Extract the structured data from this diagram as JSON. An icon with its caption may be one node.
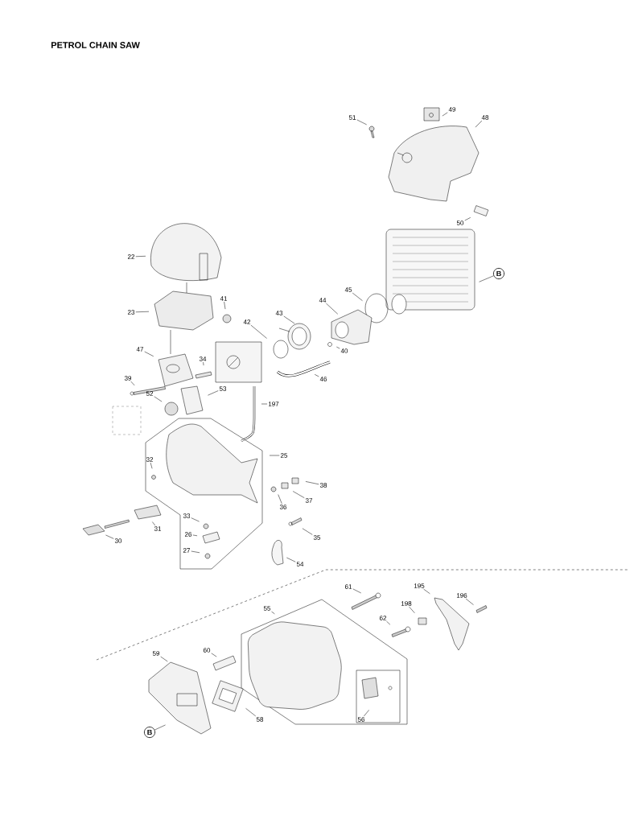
{
  "diagram": {
    "title": "PETROL CHAIN SAW",
    "nodes": [
      {
        "text": [
          "51"
        ]
      },
      {
        "text": [
          "49"
        ]
      },
      {
        "text": [
          "48"
        ]
      },
      {
        "text": [
          "50"
        ]
      },
      {
        "text": [
          "22"
        ]
      },
      {
        "text": [
          "45"
        ]
      },
      {
        "text": [
          "44"
        ]
      },
      {
        "text": [
          "43"
        ]
      },
      {
        "text": [
          "41"
        ]
      },
      {
        "text": [
          "42"
        ]
      },
      {
        "text": [
          "40"
        ]
      },
      {
        "text": [
          "23"
        ]
      },
      {
        "text": [
          "46"
        ]
      },
      {
        "text": [
          "47"
        ]
      },
      {
        "text": [
          "34"
        ]
      },
      {
        "text": [
          "39"
        ]
      },
      {
        "text": [
          "53"
        ]
      },
      {
        "text": [
          "52"
        ]
      },
      {
        "text": [
          "197"
        ]
      },
      {
        "text": [
          "25"
        ]
      },
      {
        "text": [
          "32"
        ]
      },
      {
        "text": [
          "37"
        ]
      },
      {
        "text": [
          "38"
        ]
      },
      {
        "text": [
          "36"
        ]
      },
      {
        "text": [
          "30"
        ]
      },
      {
        "text": [
          "31"
        ]
      },
      {
        "text": [
          "33"
        ]
      },
      {
        "text": [
          "26"
        ]
      },
      {
        "text": [
          "35"
        ]
      },
      {
        "text": [
          "27"
        ]
      },
      {
        "text": [
          "54"
        ]
      },
      {
        "text": [
          "61"
        ]
      },
      {
        "text": [
          "195"
        ]
      },
      {
        "text": [
          "196"
        ]
      },
      {
        "text": [
          "198"
        ]
      },
      {
        "text": [
          "55"
        ]
      },
      {
        "text": [
          "62"
        ]
      },
      {
        "text": [
          "60"
        ]
      },
      {
        "text": [
          "59"
        ]
      },
      {
        "text": [
          "58"
        ]
      },
      {
        "text": [
          "56"
        ]
      },
      {
        "text": [
          "B"
        ]
      },
      {
        "text": [
          "B"
        ]
      }
    ],
    "edges": [
      {
        "from": 0,
        "to": null,
        "arrow": "none"
      },
      {
        "from": 1,
        "to": null,
        "arrow": "none"
      },
      {
        "from": 2,
        "to": null,
        "arrow": "none"
      },
      {
        "from": 3,
        "to": null,
        "arrow": "none"
      },
      {
        "from": 4,
        "to": null,
        "arrow": "none"
      },
      {
        "from": 5,
        "to": null,
        "arrow": "none"
      },
      {
        "from": 6,
        "to": null,
        "arrow": "none"
      },
      {
        "from": 7,
        "to": null,
        "arrow": "none"
      },
      {
        "from": 8,
        "to": null,
        "arrow": "none"
      },
      {
        "from": 9,
        "to": null,
        "arrow": "none"
      },
      {
        "from": 10,
        "to": null,
        "arrow": "none"
      },
      {
        "from": 11,
        "to": null,
        "arrow": "none"
      },
      {
        "from": 12,
        "to": null,
        "arrow": "none"
      },
      {
        "from": 13,
        "to": null,
        "arrow": "none"
      },
      {
        "from": 14,
        "to": null,
        "arrow": "none"
      },
      {
        "from": 15,
        "to": null,
        "arrow": "none"
      },
      {
        "from": 16,
        "to": null,
        "arrow": "none"
      },
      {
        "from": 17,
        "to": null,
        "arrow": "none"
      },
      {
        "from": 18,
        "to": null,
        "arrow": "none"
      },
      {
        "from": 19,
        "to": null,
        "arrow": "none"
      },
      {
        "from": 20,
        "to": null,
        "arrow": "none"
      },
      {
        "from": 21,
        "to": null,
        "arrow": "none"
      },
      {
        "from": 22,
        "to": null,
        "arrow": "none"
      },
      {
        "from": 23,
        "to": null,
        "arrow": "none"
      },
      {
        "from": 24,
        "to": null,
        "arrow": "none"
      },
      {
        "from": 25,
        "to": null,
        "arrow": "none"
      },
      {
        "from": 26,
        "to": null,
        "arrow": "none"
      },
      {
        "from": 27,
        "to": null,
        "arrow": "none"
      },
      {
        "from": 28,
        "to": null,
        "arrow": "none"
      },
      {
        "from": 29,
        "to": null,
        "arrow": "none"
      },
      {
        "from": 30,
        "to": null,
        "arrow": "none"
      },
      {
        "from": 31,
        "to": null,
        "arrow": "none"
      },
      {
        "from": 32,
        "to": null,
        "arrow": "none"
      },
      {
        "from": 33,
        "to": null,
        "arrow": "none"
      },
      {
        "from": 34,
        "to": null,
        "arrow": "none"
      },
      {
        "from": 35,
        "to": null,
        "arrow": "none"
      },
      {
        "from": 36,
        "to": null,
        "arrow": "none"
      },
      {
        "from": 37,
        "to": null,
        "arrow": "none"
      },
      {
        "from": 38,
        "to": null,
        "arrow": "none"
      },
      {
        "from": 39,
        "to": null,
        "arrow": "none"
      },
      {
        "from": 40,
        "to": null,
        "arrow": "none"
      },
      {
        "from": 41,
        "to": null,
        "arrow": "none"
      },
      {
        "from": 42,
        "to": null,
        "arrow": "none"
      }
    ]
  }
}
